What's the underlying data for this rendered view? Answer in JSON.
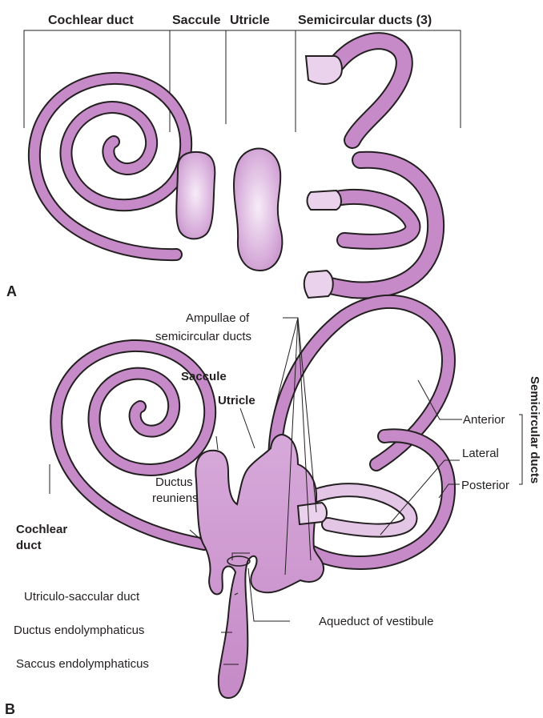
{
  "colors": {
    "duct_fill": "#c58ac7",
    "duct_light": "#ead2ec",
    "duct_dark": "#a364a8",
    "outline": "#231f20"
  },
  "panel_a": {
    "letter": "A",
    "headers": {
      "cochlear": "Cochlear duct",
      "saccule": "Saccule",
      "utricle": "Utricle",
      "semicircular": "Semicircular ducts (3)"
    }
  },
  "panel_b": {
    "letter": "B",
    "labels": {
      "ampullae_1": "Ampullae of",
      "ampullae_2": "semicircular ducts",
      "saccule": "Saccule",
      "utricle": "Utricle",
      "anterior": "Anterior",
      "lateral": "Lateral",
      "posterior": "Posterior",
      "semicircular_group": "Semicircular ducts",
      "ductus_reuniens_1": "Ductus",
      "ductus_reuniens_2": "reuniens",
      "cochlear_1": "Cochlear",
      "cochlear_2": "duct",
      "utriculo_saccular": "Utriculo-saccular duct",
      "ductus_endolymphaticus": "Ductus endolymphaticus",
      "aqueduct": "Aqueduct of vestibule",
      "saccus": "Saccus endolymphaticus"
    }
  }
}
